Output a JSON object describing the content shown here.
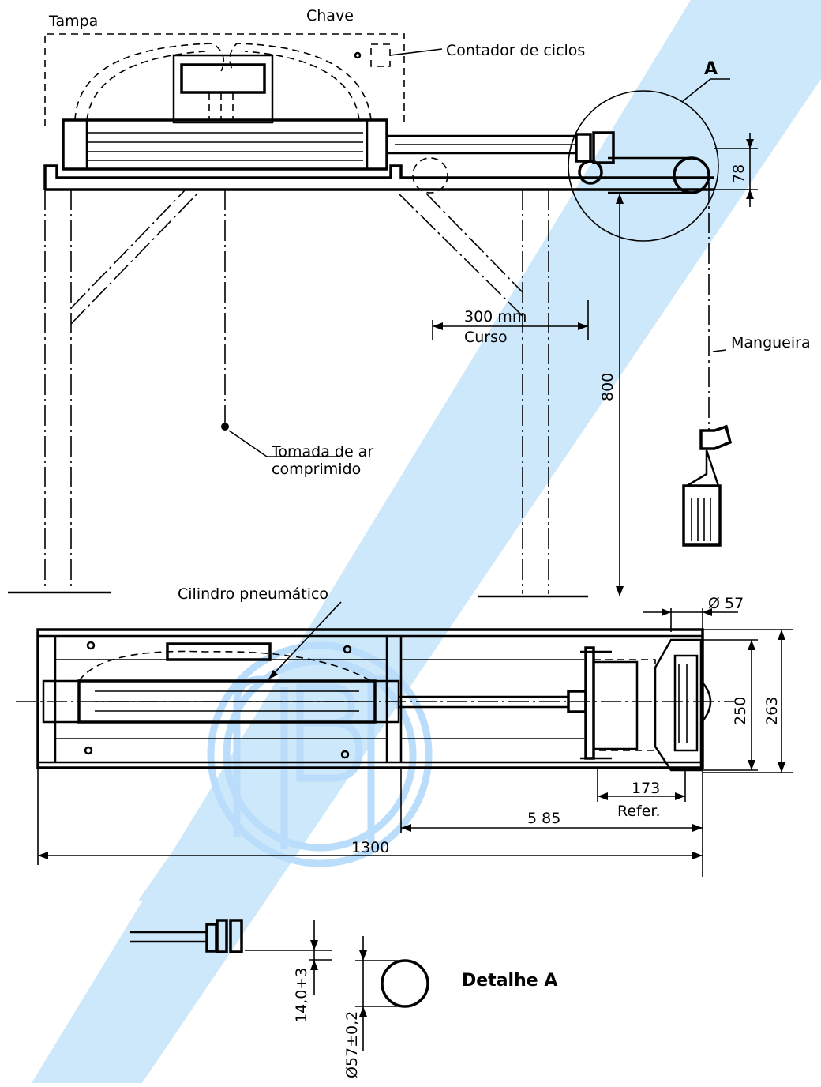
{
  "labels": {
    "tampa": "Tampa",
    "chave": "Chave",
    "contador": "Contador de ciclos",
    "detail_ref": "A",
    "mangueira": "Mangueira",
    "curso_value": "300 mm",
    "curso": "Curso",
    "tomada_line1": "Tomada de ar",
    "tomada_line2": "comprimido",
    "cilindro": "Cilindro pneumático",
    "refer": "Refer.",
    "detalhe": "Detalhe A"
  },
  "dimensions": {
    "d78": "78",
    "d800": "800",
    "d57": "Ø 57",
    "d250": "250",
    "d263": "263",
    "d173": "173",
    "d585": "5 85",
    "d1300": "1300",
    "tol14": "14,0+3",
    "tol57": "Ø57±0,2"
  },
  "colors": {
    "line": "#000000",
    "watermark": "#b9ddfa"
  }
}
